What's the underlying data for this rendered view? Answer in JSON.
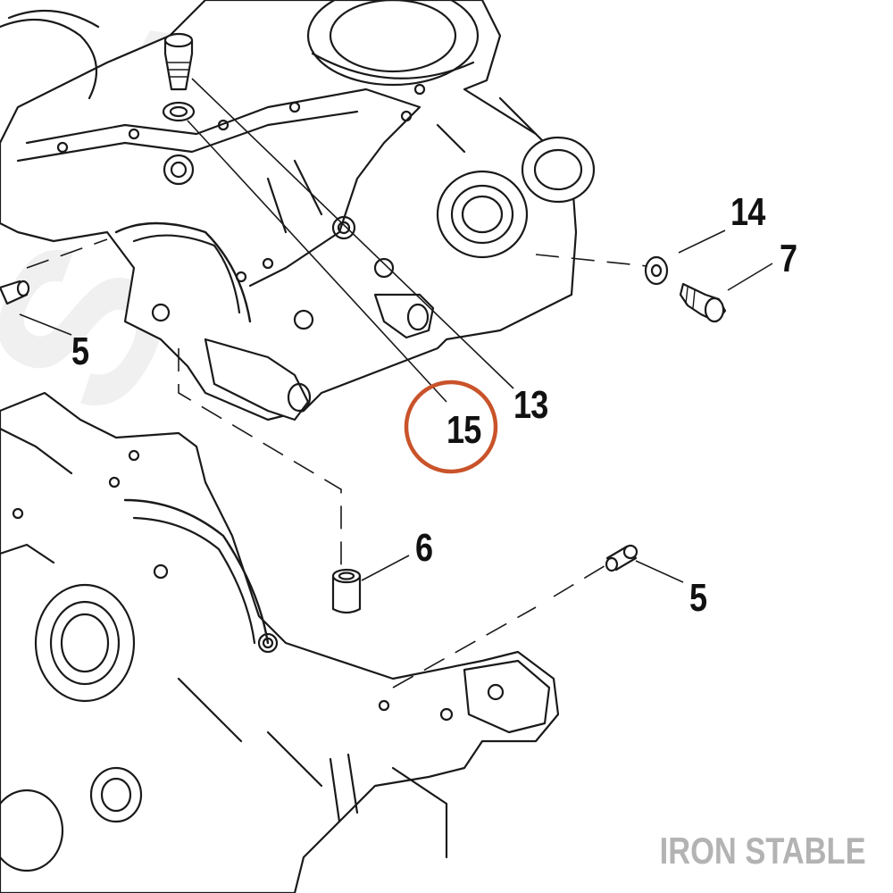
{
  "diagram": {
    "callouts": [
      {
        "id": "14",
        "label": "14"
      },
      {
        "id": "7",
        "label": "7"
      },
      {
        "id": "5a",
        "label": "5"
      },
      {
        "id": "13",
        "label": "13"
      },
      {
        "id": "15",
        "label": "15"
      },
      {
        "id": "6",
        "label": "6"
      },
      {
        "id": "5b",
        "label": "5"
      }
    ],
    "highlight": {
      "label": "15",
      "color": "#c9532a"
    },
    "watermark": "IRON STABLE",
    "background_watermark": "STABLE"
  }
}
